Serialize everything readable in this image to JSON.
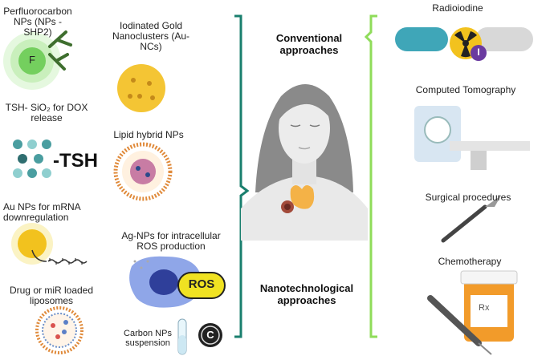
{
  "left_column": {
    "pfc": {
      "line1": "Perfluorocarbon",
      "line2": "NPs (NPs - SHP2)",
      "badge": "F"
    },
    "tsh": {
      "line1": "TSH- SiO₂ for DOX",
      "line2": "release",
      "tag": "-TSH"
    },
    "au_np": {
      "line1": "Au NPs for mRNA",
      "line2": "downregulation"
    },
    "lipo": {
      "line1": "Drug or miR loaded",
      "line2": "liposomes"
    }
  },
  "mid_column": {
    "au_nc": {
      "line1": "Iodinated Gold",
      "line2": "Nanoclusters (Au-NCs)"
    },
    "lipid": {
      "line1": "Lipid hybrid NPs"
    },
    "ag": {
      "line1": "Ag-NPs for intracellular",
      "line2": "ROS production",
      "tag": "ROS"
    },
    "carbon": {
      "line1": "Carbon NPs",
      "line2": "suspension",
      "tag": "C"
    }
  },
  "center": {
    "conventional": {
      "line1": "Conventional",
      "line2": "approaches"
    },
    "nano": {
      "line1": "Nanotechnological",
      "line2": "approaches"
    }
  },
  "right_column": {
    "radio": "Radioiodine",
    "radio_badge": "I",
    "ct": "Computed Tomography",
    "surgery": "Surgical procedures",
    "chemo": "Chemotherapy",
    "chemo_label": "Rx"
  },
  "colors": {
    "teal_bracket": "#1a7f6e",
    "green_bracket": "#8fdc5a"
  }
}
